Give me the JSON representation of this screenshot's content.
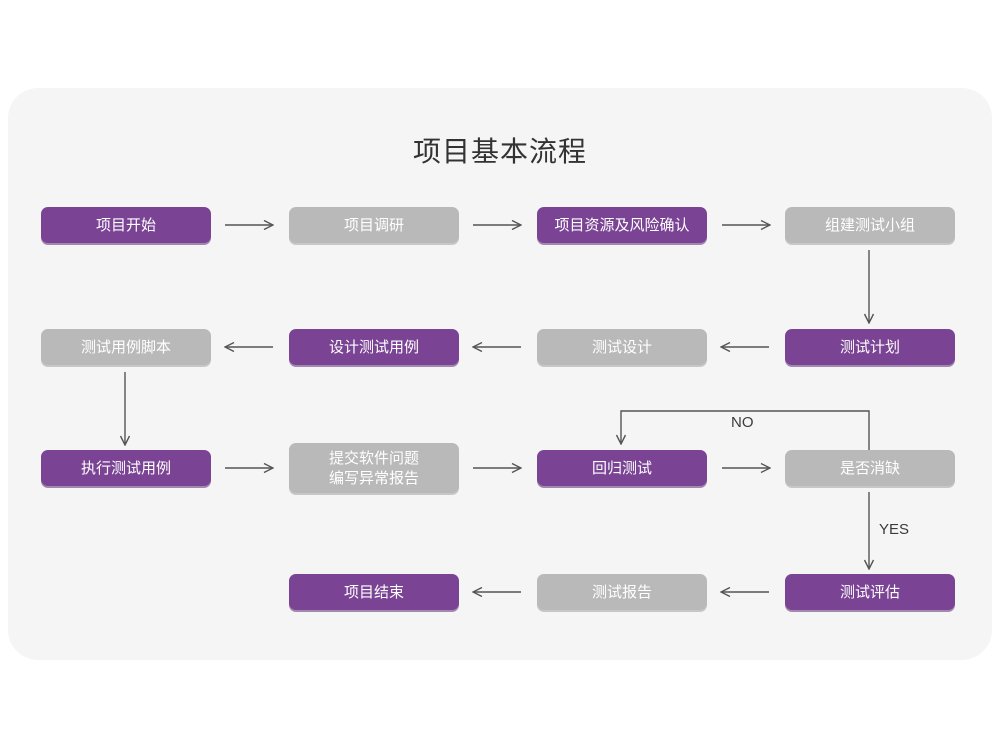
{
  "page": {
    "background": "#ffffff",
    "card_background": "#f5f5f5"
  },
  "title": "项目基本流程",
  "colors": {
    "purple": "#7a4394",
    "gray": "#b9b9b9",
    "text_on_node": "#ffffff",
    "title_text": "#333333",
    "arrow": "#555555",
    "edge_label_text": "#3b3b3b"
  },
  "nodes": [
    {
      "id": "n1",
      "label": "项目开始",
      "style": "purple"
    },
    {
      "id": "n2",
      "label": "项目调研",
      "style": "gray"
    },
    {
      "id": "n3",
      "label": "项目资源及风险确认",
      "style": "purple"
    },
    {
      "id": "n4",
      "label": "组建测试小组",
      "style": "gray"
    },
    {
      "id": "n5",
      "label": "测试计划",
      "style": "purple"
    },
    {
      "id": "n6",
      "label": "测试设计",
      "style": "gray"
    },
    {
      "id": "n7",
      "label": "设计测试用例",
      "style": "purple"
    },
    {
      "id": "n8",
      "label": "测试用例脚本",
      "style": "gray"
    },
    {
      "id": "n9",
      "label": "执行测试用例",
      "style": "purple"
    },
    {
      "id": "n10",
      "label": "提交软件问题\n编写异常报告",
      "style": "gray"
    },
    {
      "id": "n11",
      "label": "回归测试",
      "style": "purple"
    },
    {
      "id": "n12",
      "label": "是否消缺",
      "style": "gray"
    },
    {
      "id": "n13",
      "label": "测试评估",
      "style": "purple"
    },
    {
      "id": "n14",
      "label": "测试报告",
      "style": "gray"
    },
    {
      "id": "n15",
      "label": "项目结束",
      "style": "purple"
    }
  ],
  "edge_labels": {
    "no": "NO",
    "yes": "YES"
  },
  "flow": {
    "row1": [
      "项目开始",
      "项目调研",
      "项目资源及风险确认",
      "组建测试小组"
    ],
    "row2": [
      "测试用例脚本",
      "设计测试用例",
      "测试设计",
      "测试计划"
    ],
    "row3": [
      "执行测试用例",
      "提交软件问题 编写异常报告",
      "回归测试",
      "是否消缺"
    ],
    "row4": [
      "项目结束",
      "测试报告",
      "测试评估"
    ]
  }
}
